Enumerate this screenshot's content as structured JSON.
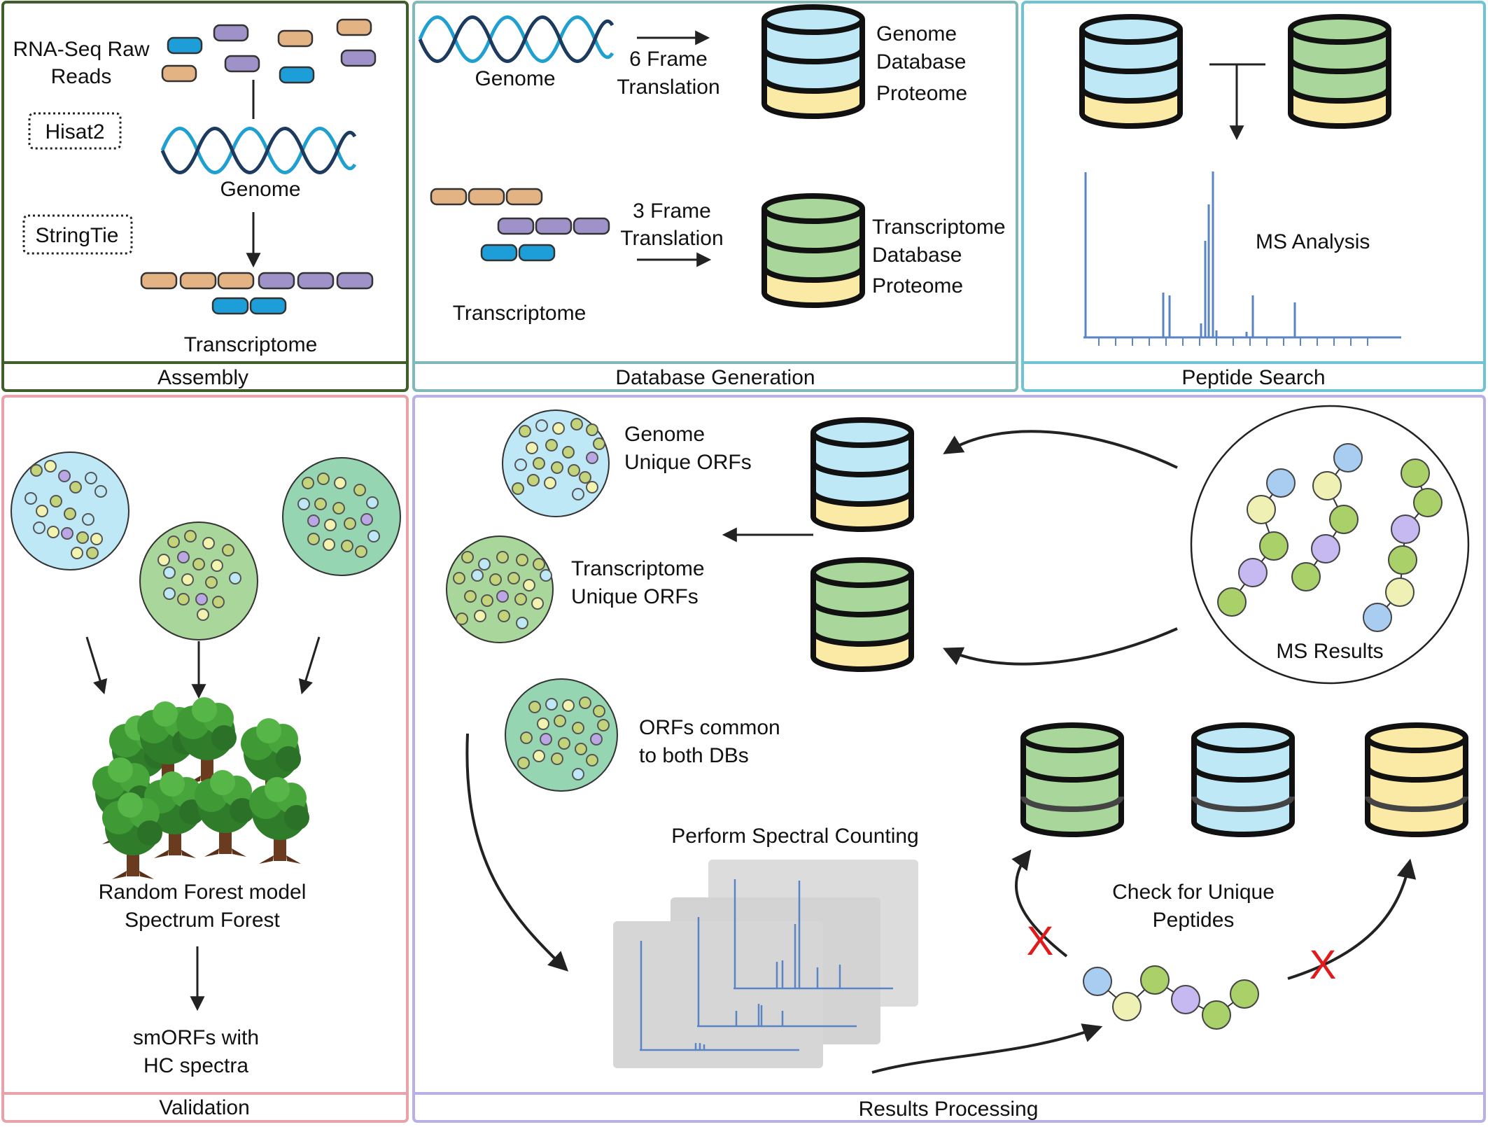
{
  "colors": {
    "assembly": "#3f5f2a",
    "database": "#7fb9b9",
    "peptide": "#6fc3d6",
    "validation": "#e8a2aa",
    "results": "#b8b0e6",
    "blue_db": "#bfe8f7",
    "green_db": "#a9d69a",
    "yellow_db": "#fbe9a6",
    "read_orange": "#e3b384",
    "read_purple": "#9e92c8",
    "read_blue": "#1e9ed8",
    "spectrum": "#5b84c4",
    "cross": "#e01b1b"
  },
  "panels": {
    "assembly": {
      "label": "Assembly",
      "raw_reads_1": "RNA-Seq Raw",
      "raw_reads_2": "Reads",
      "tool1": "Hisat2",
      "tool2": "StringTie",
      "genome": "Genome",
      "transcriptome": "Transcriptome"
    },
    "database": {
      "label": "Database Generation",
      "genome": "Genome",
      "frame6_1": "6 Frame",
      "frame6_2": "Translation",
      "gdb_1": "Genome",
      "gdb_2": "Database",
      "gdb_3": "Proteome",
      "frame3_1": "3 Frame",
      "frame3_2": "Translation",
      "tdb_1": "Transcriptome",
      "tdb_2": "Database",
      "tdb_3": "Proteome",
      "transcriptome": "Transcriptome"
    },
    "peptide": {
      "label": "Peptide Search",
      "ms": "MS Analysis"
    },
    "validation": {
      "label": "Validation",
      "rf_1": "Random Forest model",
      "rf_2": "Spectrum Forest",
      "out_1": "smORFs with",
      "out_2": "HC spectra"
    },
    "results": {
      "label": "Results Processing",
      "g_orf_1": "Genome",
      "g_orf_2": "Unique ORFs",
      "t_orf_1": "Transcriptome",
      "t_orf_2": "Unique ORFs",
      "c_orf_1": "ORFs common",
      "c_orf_2": "to both DBs",
      "ms_results": "MS Results",
      "spectral": "Perform Spectral Counting",
      "check_1": "Check for Unique",
      "check_2": "Peptides",
      "cross": "X"
    }
  }
}
